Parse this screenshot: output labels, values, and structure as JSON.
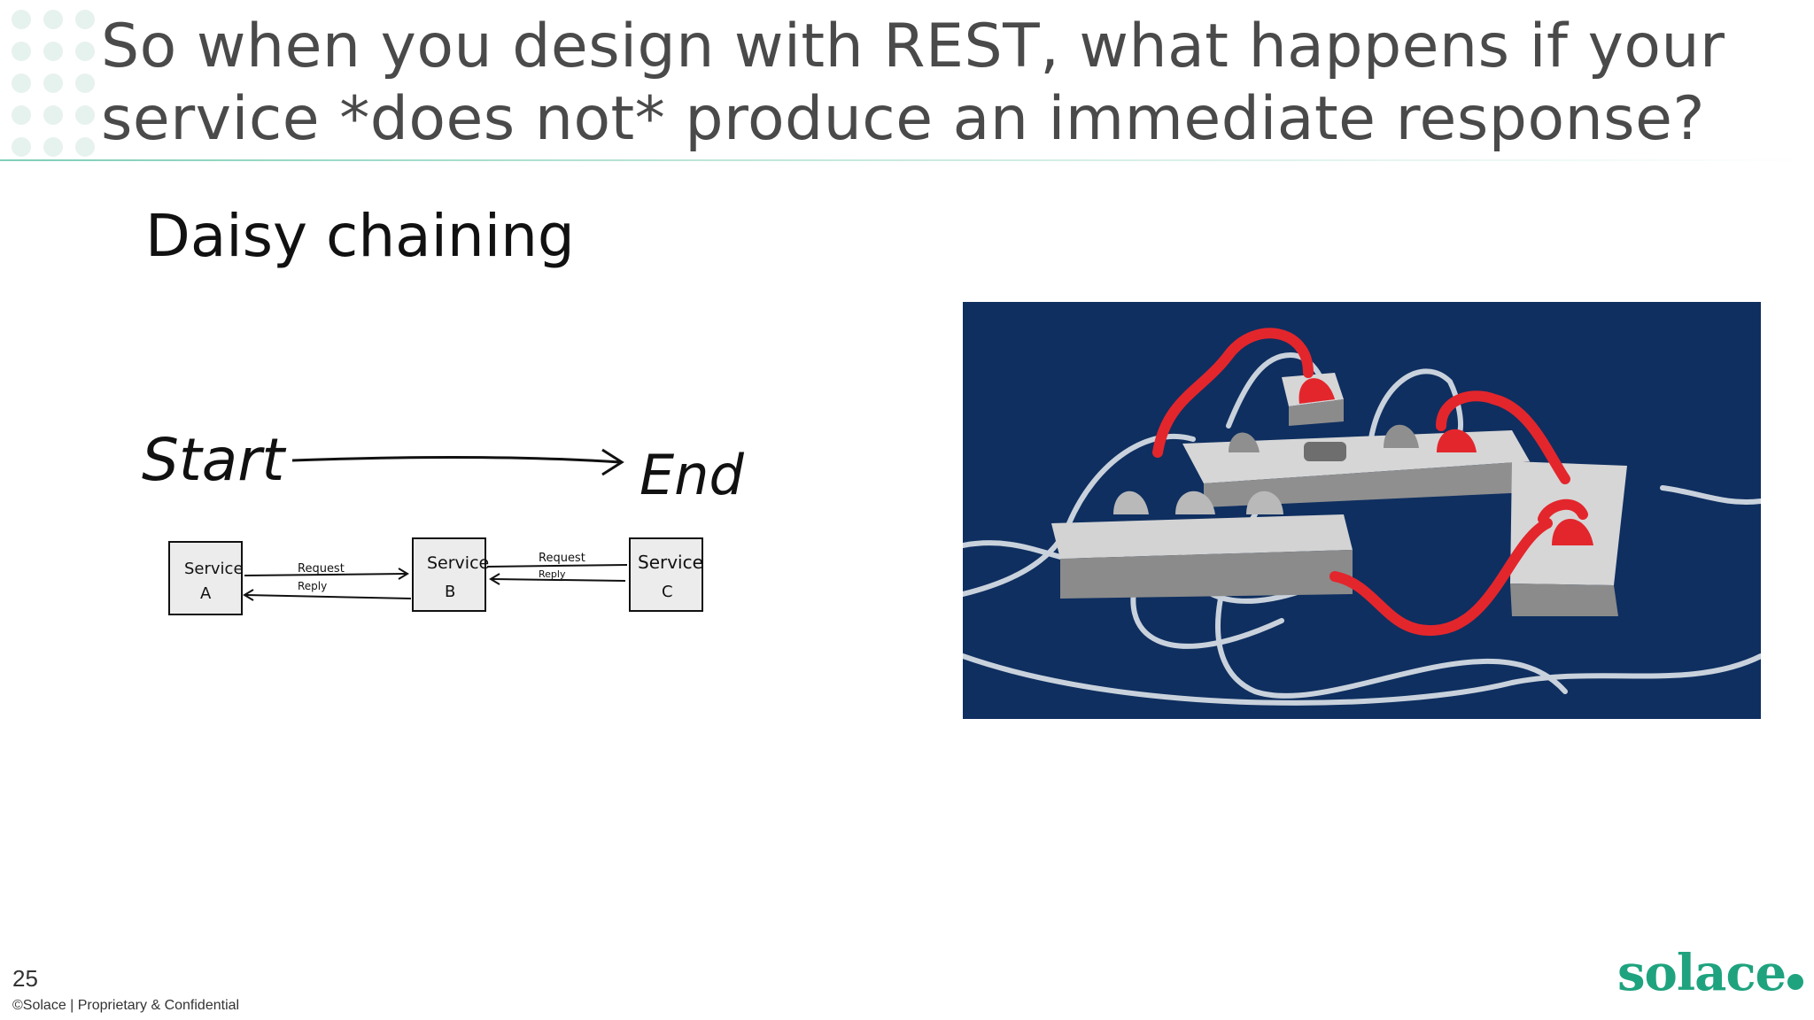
{
  "slide": {
    "title_line1": "So when you design with REST, what happens if your",
    "title_line2": "service *does not* produce an immediate response?",
    "subtitle": "Daisy chaining",
    "page_number": "25",
    "footer": "©Solace  |  Proprietary & Confidential",
    "logo_text": "solace"
  },
  "diagram": {
    "start": "Start",
    "end": "End",
    "services": [
      {
        "line1": "Service",
        "line2": "A"
      },
      {
        "line1": "Service",
        "line2": "B"
      },
      {
        "line1": "Service",
        "line2": "C"
      }
    ],
    "request_label": "Request",
    "reply_label": "Reply"
  },
  "colors": {
    "accent": "#1fa37f",
    "photo_bg": "#0f2f60",
    "cable_red": "#e3262c"
  },
  "icons": [
    "decorative-dots",
    "power-strip-illustration"
  ]
}
